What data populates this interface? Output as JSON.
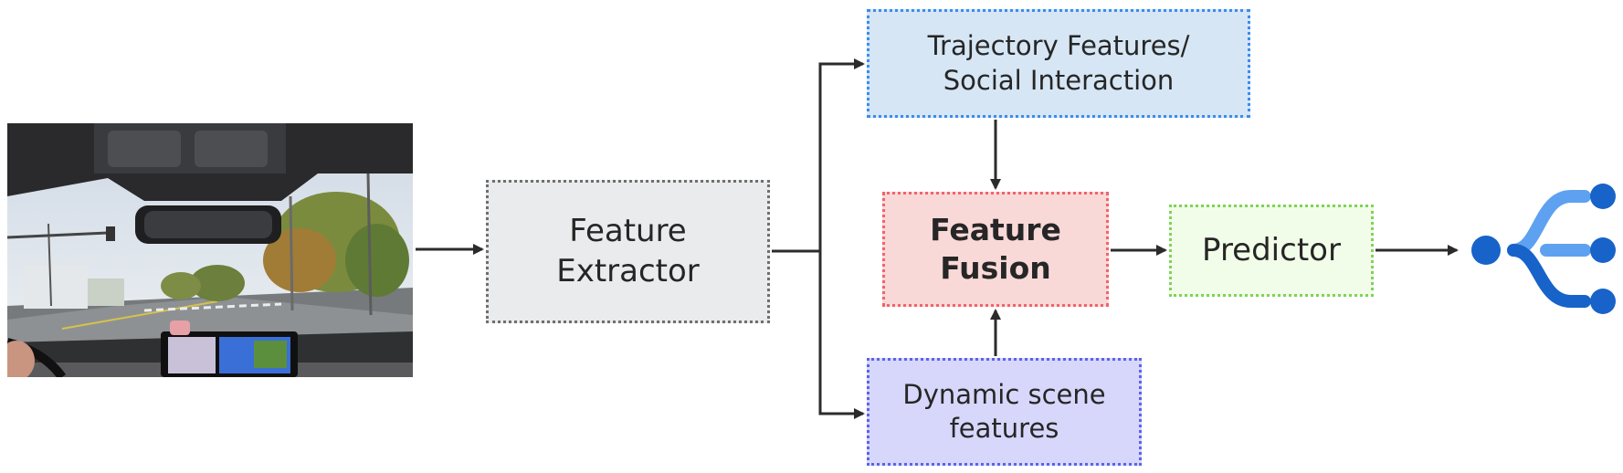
{
  "diagram": {
    "nodes": {
      "feature_extractor": {
        "line1": "Feature",
        "line2": "Extractor"
      },
      "trajectory_features": {
        "line1": "Trajectory Features/",
        "line2": "Social Interaction"
      },
      "feature_fusion": {
        "line1": "Feature",
        "line2": "Fusion"
      },
      "predictor": {
        "label": "Predictor"
      },
      "dynamic_scene": {
        "line1": "Dynamic scene",
        "line2": "features"
      }
    },
    "edges": [
      {
        "from": "input_image",
        "to": "feature_extractor"
      },
      {
        "from": "feature_extractor",
        "to": "trajectory_features"
      },
      {
        "from": "feature_extractor",
        "to": "dynamic_scene"
      },
      {
        "from": "trajectory_features",
        "to": "feature_fusion"
      },
      {
        "from": "dynamic_scene",
        "to": "feature_fusion"
      },
      {
        "from": "feature_fusion",
        "to": "predictor"
      },
      {
        "from": "predictor",
        "to": "output_icon"
      }
    ],
    "input_image": {
      "description_icon": "dashcam-photo"
    },
    "output_icon": {
      "icon": "branching-trajectories-icon"
    },
    "colors": {
      "extractor_fill": "#e9ebec",
      "extractor_border": "#6f6f6f",
      "trajectory_fill": "#d6e6f5",
      "trajectory_border": "#3b8ced",
      "fusion_fill": "#f9d9d8",
      "fusion_border": "#f0646a",
      "predictor_fill": "#f2fde9",
      "predictor_border": "#7fd35a",
      "dynamic_fill": "#d7d7fb",
      "dynamic_border": "#5d62ea",
      "arrow": "#2b2b2b",
      "icon_dark": "#1763c9",
      "icon_light": "#5ea1f0"
    }
  }
}
